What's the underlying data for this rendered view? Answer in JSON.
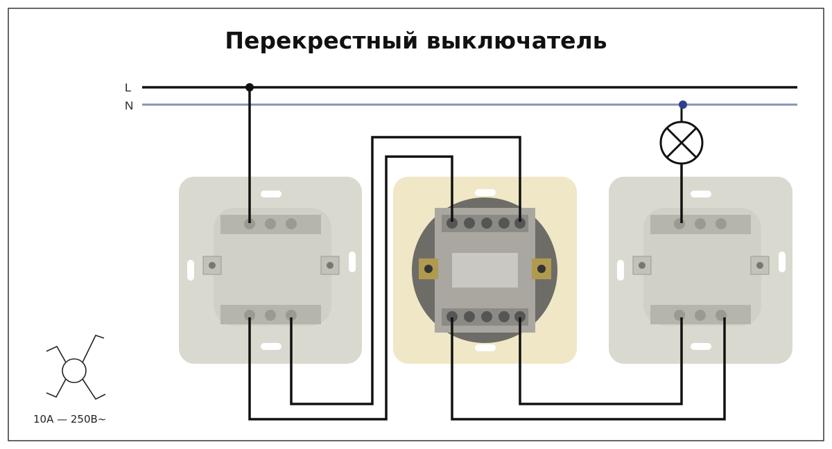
{
  "title": "Перекрестный выключатель",
  "lines": {
    "phase_label": "L",
    "neutral_label": "N"
  },
  "legend": {
    "rating": "10А — 250В~",
    "symbol": "cross-switch-symbol"
  },
  "devices": [
    {
      "name": "switch-left",
      "type": "two-way switch"
    },
    {
      "name": "switch-middle",
      "type": "cross switch"
    },
    {
      "name": "switch-right",
      "type": "two-way switch"
    }
  ],
  "colors": {
    "phase": "#111111",
    "neutral": "#8a8fb8",
    "neutral_dot": "#2f3f8f",
    "plate": "#d9d9d0",
    "cross_plate": "#efe7c6"
  }
}
